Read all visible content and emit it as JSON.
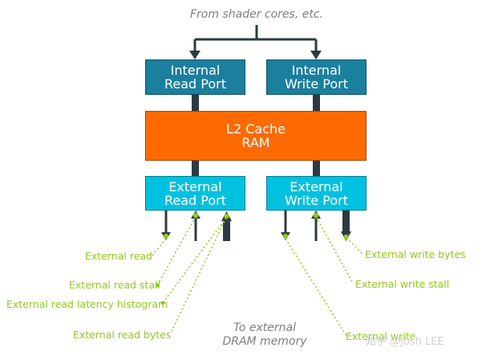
{
  "colors": {
    "blue_dark": "#1b7f9e",
    "cyan": "#00c1e0",
    "orange": "#ff6a00",
    "green": "#92c81e",
    "dark": "#2e3a40",
    "caption_gray": "#7f7f7f"
  },
  "captions": {
    "top": "From shader cores, etc.",
    "bottom_line1": "To external",
    "bottom_line2": "DRAM memory"
  },
  "blocks": {
    "internal_read": {
      "line1": "Internal",
      "line2": "Read Port"
    },
    "internal_write": {
      "line1": "Internal",
      "line2": "Write Port"
    },
    "l2_cache": {
      "line1": "L2 Cache",
      "line2": "RAM"
    },
    "external_read": {
      "line1": "External",
      "line2": "Read Port"
    },
    "external_write": {
      "line1": "External",
      "line2": "Write Port"
    }
  },
  "counters": {
    "external_read": "External read",
    "external_read_stall": "External read stall",
    "external_read_latency": "External read latency histogram",
    "external_read_bytes": "External read bytes",
    "external_write_bytes": "External write bytes",
    "external_write_stall": "External write stall",
    "external_write": "External write"
  },
  "watermark": "知乎 @Josh LEE"
}
